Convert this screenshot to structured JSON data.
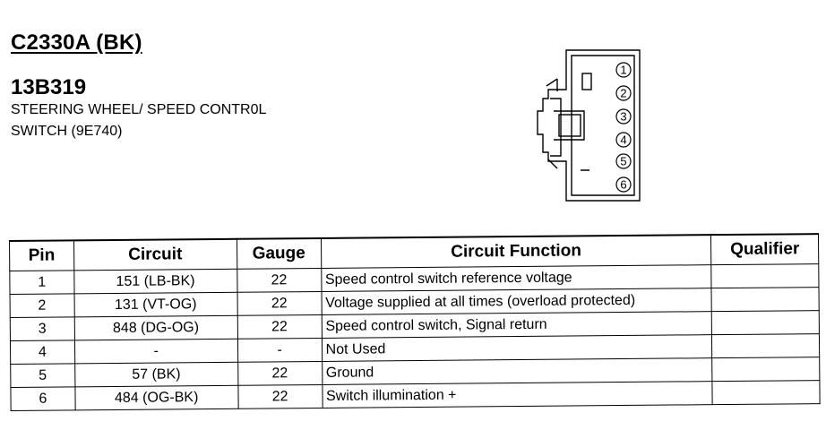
{
  "header": {
    "connector_id": "C2330A (BK)",
    "part_number": "13B319",
    "description_line1": "STEERING WHEEL/ SPEED CONTR0L",
    "description_line2": "SWITCH (9E740)"
  },
  "connector_diagram": {
    "pin_labels": [
      "1",
      "2",
      "3",
      "4",
      "5",
      "6"
    ]
  },
  "table": {
    "columns": [
      "Pin",
      "Circuit",
      "Gauge",
      "Circuit Function",
      "Qualifier"
    ],
    "rows": [
      {
        "pin": "1",
        "circuit": "151 (LB-BK)",
        "gauge": "22",
        "function": "Speed control switch reference voltage",
        "qualifier": ""
      },
      {
        "pin": "2",
        "circuit": "131 (VT-OG)",
        "gauge": "22",
        "function": "Voltage supplied at all times (overload protected)",
        "qualifier": ""
      },
      {
        "pin": "3",
        "circuit": "848 (DG-OG)",
        "gauge": "22",
        "function": "Speed control switch, Signal return",
        "qualifier": ""
      },
      {
        "pin": "4",
        "circuit": "-",
        "gauge": "-",
        "function": "Not Used",
        "qualifier": ""
      },
      {
        "pin": "5",
        "circuit": "57 (BK)",
        "gauge": "22",
        "function": "Ground",
        "qualifier": ""
      },
      {
        "pin": "6",
        "circuit": "484 (OG-BK)",
        "gauge": "22",
        "function": "Switch illumination +",
        "qualifier": ""
      }
    ]
  }
}
